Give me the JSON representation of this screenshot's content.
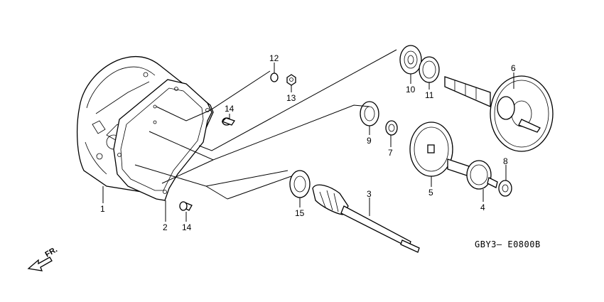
{
  "labels": {
    "p1": "1",
    "p2": "2",
    "p3": "3",
    "p4": "4",
    "p5": "5",
    "p6": "6",
    "p7": "7",
    "p8": "8",
    "p9": "9",
    "p10": "10",
    "p11": "11",
    "p12": "12",
    "p13": "13",
    "p14a": "14",
    "p14b": "14",
    "p15": "15"
  },
  "diagram_code": "GBY3– E0800B",
  "direction_label": "FR."
}
